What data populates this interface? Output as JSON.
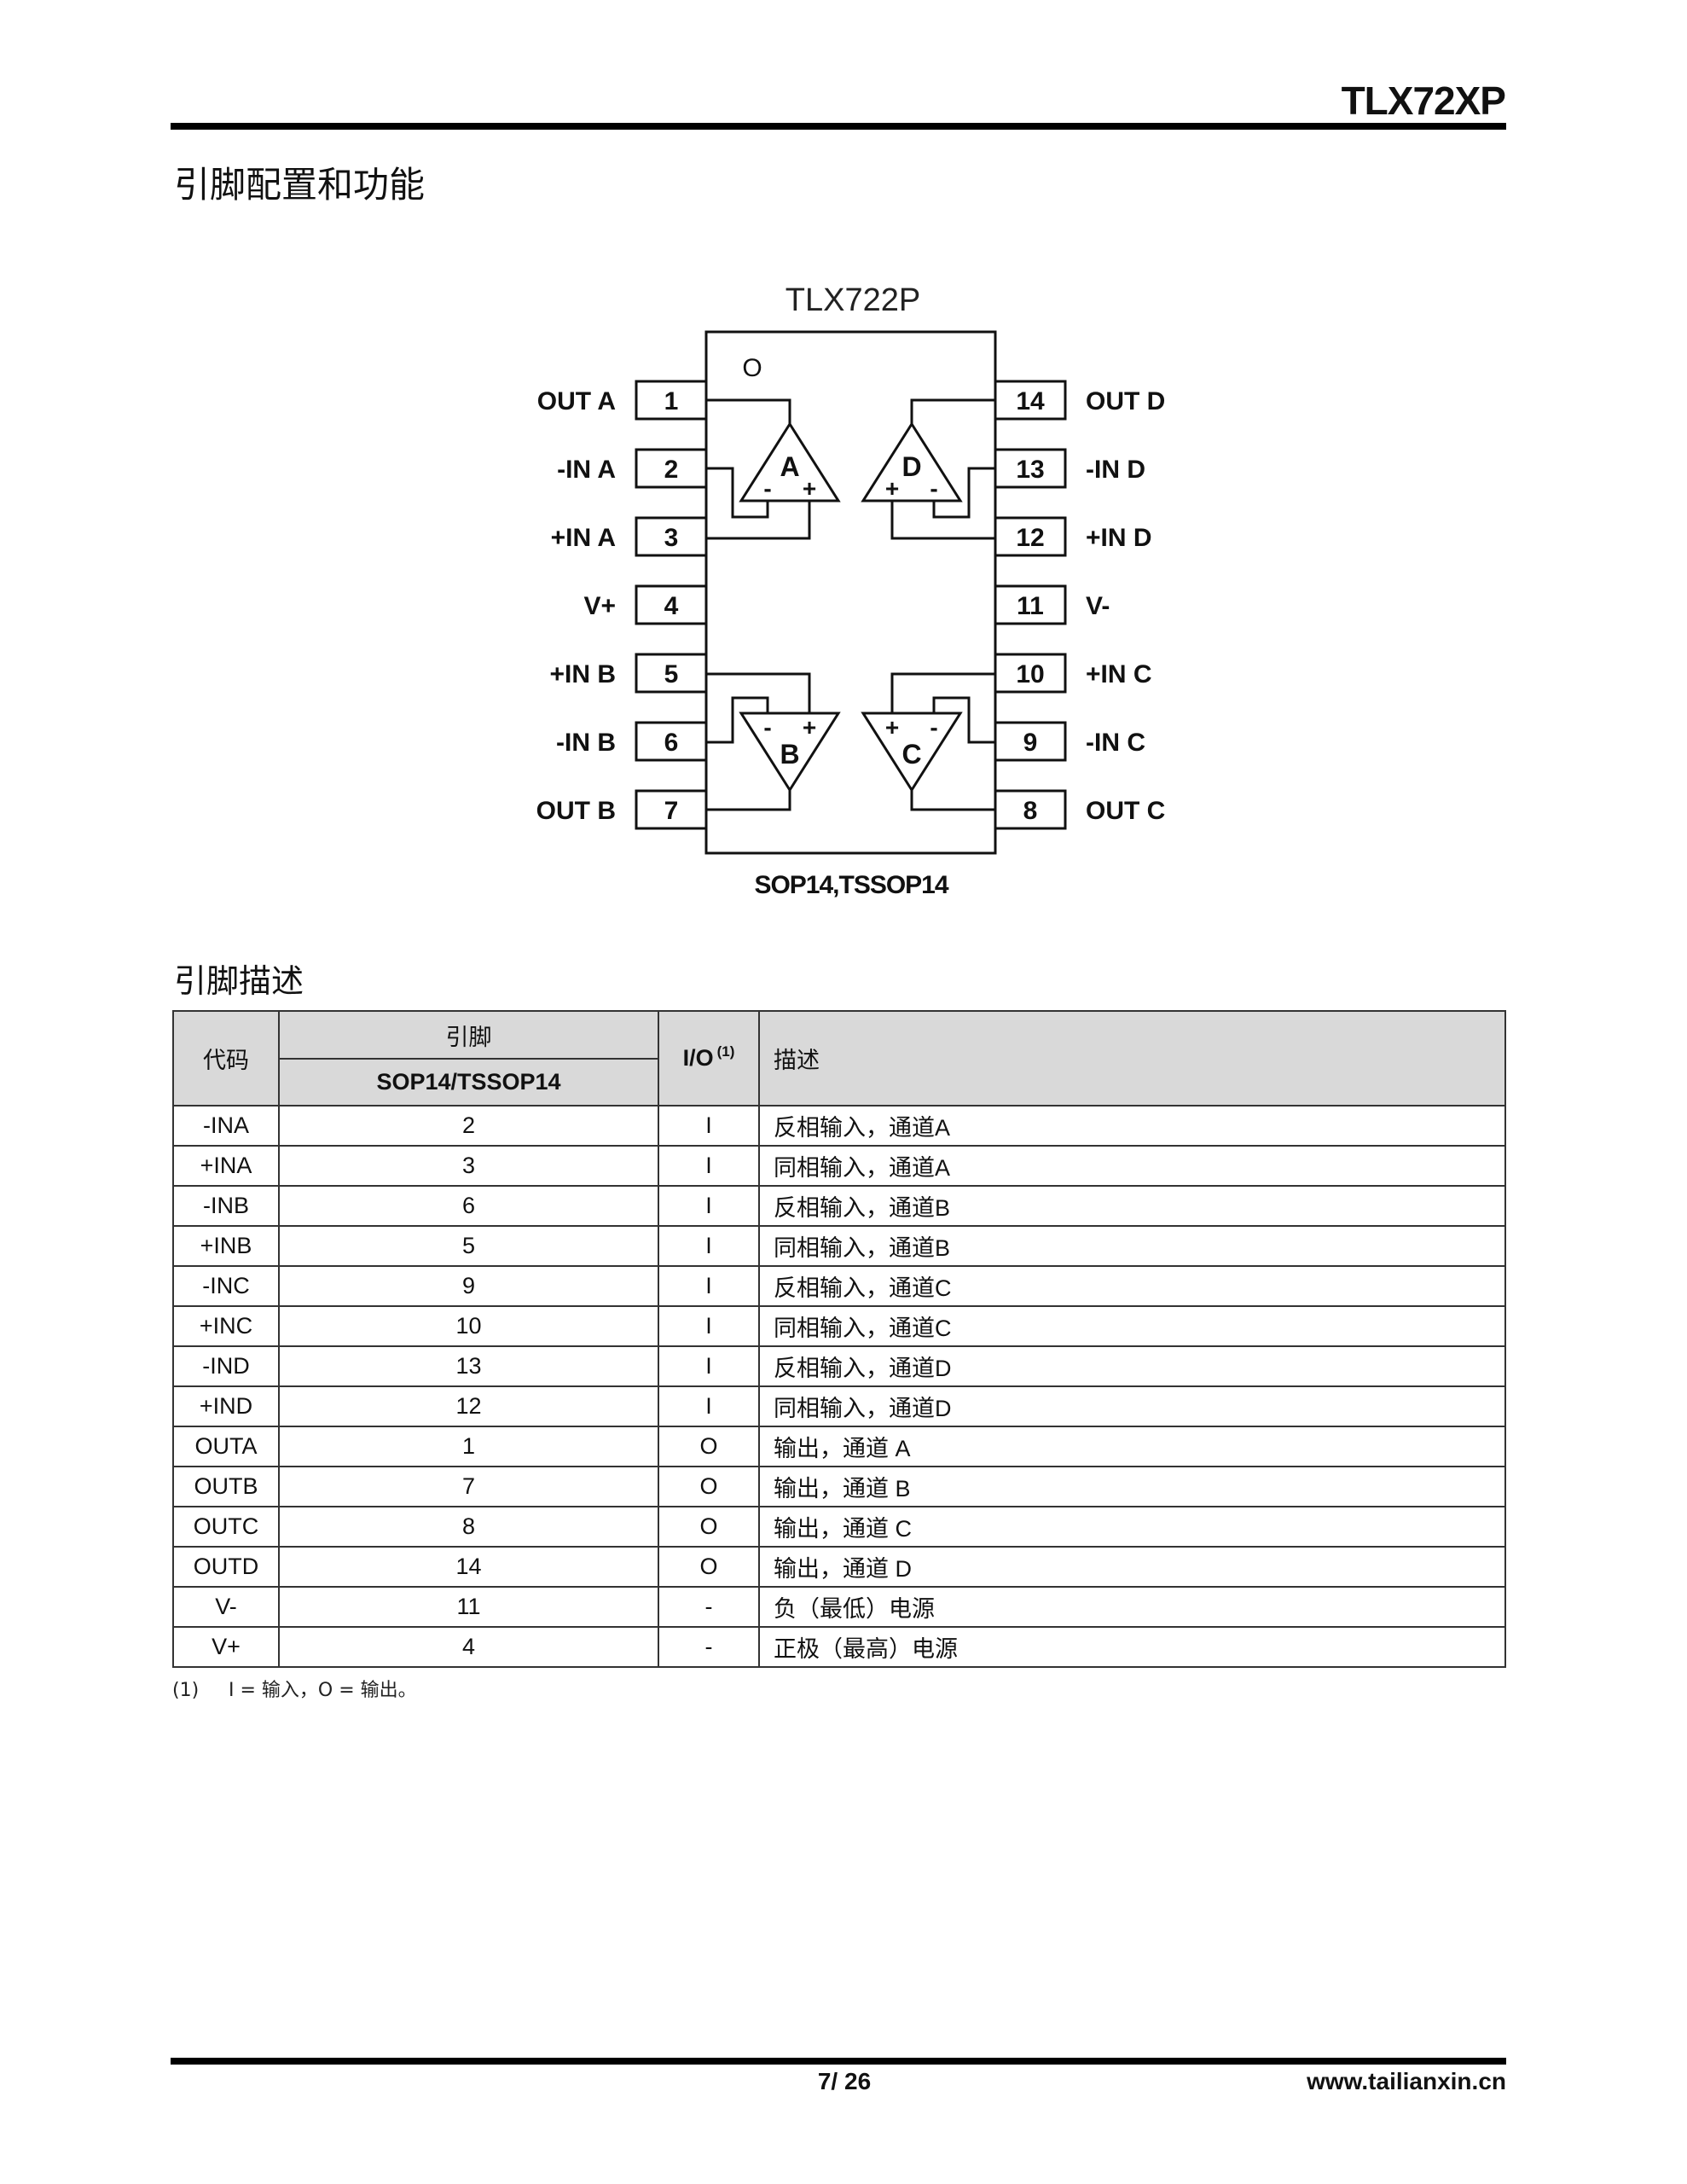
{
  "header": {
    "doc_title": "TLX72XP"
  },
  "sections": {
    "pin_config_title": "引脚配置和功能",
    "pin_desc_title": "引脚描述"
  },
  "diagram": {
    "part_name": "TLX722P",
    "package_label": "SOP14,TSSOP14",
    "left_pins": [
      {
        "num": "1",
        "label": "OUT A"
      },
      {
        "num": "2",
        "label": "-IN A"
      },
      {
        "num": "3",
        "label": "+IN A"
      },
      {
        "num": "4",
        "label": "V+"
      },
      {
        "num": "5",
        "label": "+IN B"
      },
      {
        "num": "6",
        "label": "-IN B"
      },
      {
        "num": "7",
        "label": "OUT B"
      }
    ],
    "right_pins": [
      {
        "num": "14",
        "label": "OUT D"
      },
      {
        "num": "13",
        "label": "-IN D"
      },
      {
        "num": "12",
        "label": "+IN D"
      },
      {
        "num": "11",
        "label": "V-"
      },
      {
        "num": "10",
        "label": "+IN C"
      },
      {
        "num": "9",
        "label": "-IN C"
      },
      {
        "num": "8",
        "label": "OUT C"
      }
    ],
    "amplifiers": [
      {
        "name": "A",
        "minus": "-",
        "plus": "+"
      },
      {
        "name": "D",
        "minus": "-",
        "plus": "+"
      },
      {
        "name": "B",
        "minus": "-",
        "plus": "+"
      },
      {
        "name": "C",
        "minus": "-",
        "plus": "+"
      }
    ],
    "pin1_marker": "O"
  },
  "table": {
    "headers": {
      "code": "代码",
      "pin": "引脚",
      "package": "SOP14/TSSOP14",
      "io": "I/O",
      "io_footnote": "(1)",
      "desc": "描述"
    },
    "rows": [
      {
        "code": "-INA",
        "pin": "2",
        "io": "I",
        "desc": "反相输入，通道A"
      },
      {
        "code": "+INA",
        "pin": "3",
        "io": "I",
        "desc": "同相输入，通道A"
      },
      {
        "code": "-INB",
        "pin": "6",
        "io": "I",
        "desc": "反相输入，通道B"
      },
      {
        "code": "+INB",
        "pin": "5",
        "io": "I",
        "desc": "同相输入，通道B"
      },
      {
        "code": "-INC",
        "pin": "9",
        "io": "I",
        "desc": "反相输入，通道C"
      },
      {
        "code": "+INC",
        "pin": "10",
        "io": "I",
        "desc": "同相输入，通道C"
      },
      {
        "code": "-IND",
        "pin": "13",
        "io": "I",
        "desc": "反相输入，通道D"
      },
      {
        "code": "+IND",
        "pin": "12",
        "io": "I",
        "desc": "同相输入，通道D"
      },
      {
        "code": "OUTA",
        "pin": "1",
        "io": "O",
        "desc": "输出，通道 A"
      },
      {
        "code": "OUTB",
        "pin": "7",
        "io": "O",
        "desc": "输出，通道 B"
      },
      {
        "code": "OUTC",
        "pin": "8",
        "io": "O",
        "desc": "输出，通道 C"
      },
      {
        "code": "OUTD",
        "pin": "14",
        "io": "O",
        "desc": "输出，通道 D"
      },
      {
        "code": "V-",
        "pin": "11",
        "io": "-",
        "desc": "负（最低）电源"
      },
      {
        "code": "V+",
        "pin": "4",
        "io": "-",
        "desc": "正极（最高）电源"
      }
    ],
    "footnote_num": "(1)",
    "footnote_text": "I = 输入，O = 输出。"
  },
  "footer": {
    "page": "7/ 26",
    "url": "www.tailianxin.cn"
  }
}
